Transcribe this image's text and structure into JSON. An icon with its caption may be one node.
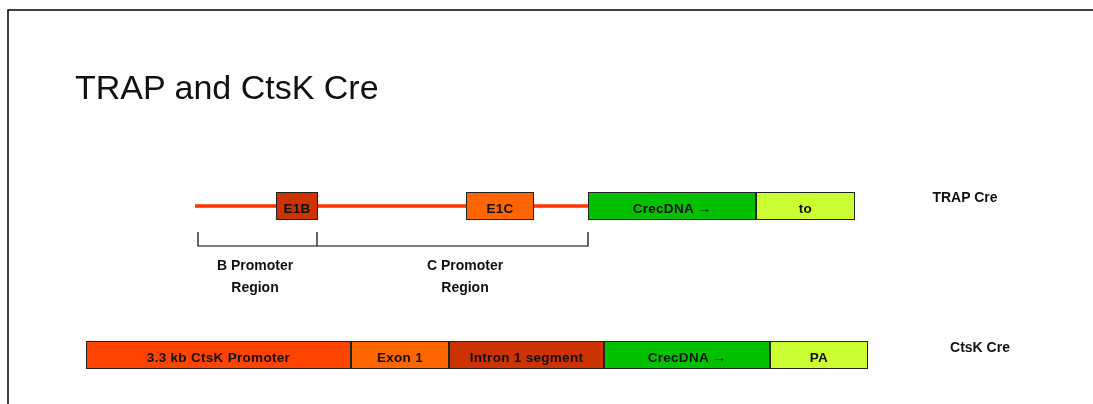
{
  "diagram": {
    "title": "TRAP and CtsK Cre",
    "nodes": [
      {
        "text": [
          "E1B"
        ]
      },
      {
        "text": [
          "E1C"
        ]
      },
      {
        "text": [
          "CrecDNA →"
        ]
      },
      {
        "text": [
          "to"
        ]
      },
      {
        "text": [
          "3.3 kb CtsK Promoter"
        ]
      },
      {
        "text": [
          "Exon 1"
        ]
      },
      {
        "text": [
          "Intron 1 segment"
        ]
      },
      {
        "text": [
          "CrecDNA →"
        ]
      },
      {
        "text": [
          "PA"
        ]
      }
    ],
    "edges": [
      {
        "from": null,
        "to": 0,
        "arrow": "none"
      },
      {
        "from": 0,
        "to": 1,
        "arrow": "none"
      },
      {
        "from": 1,
        "to": 2,
        "arrow": "none"
      }
    ],
    "labels": [
      "TRAP Cre",
      "B Promoter Region",
      "C Promoter Region",
      "CtsK Cre"
    ]
  }
}
